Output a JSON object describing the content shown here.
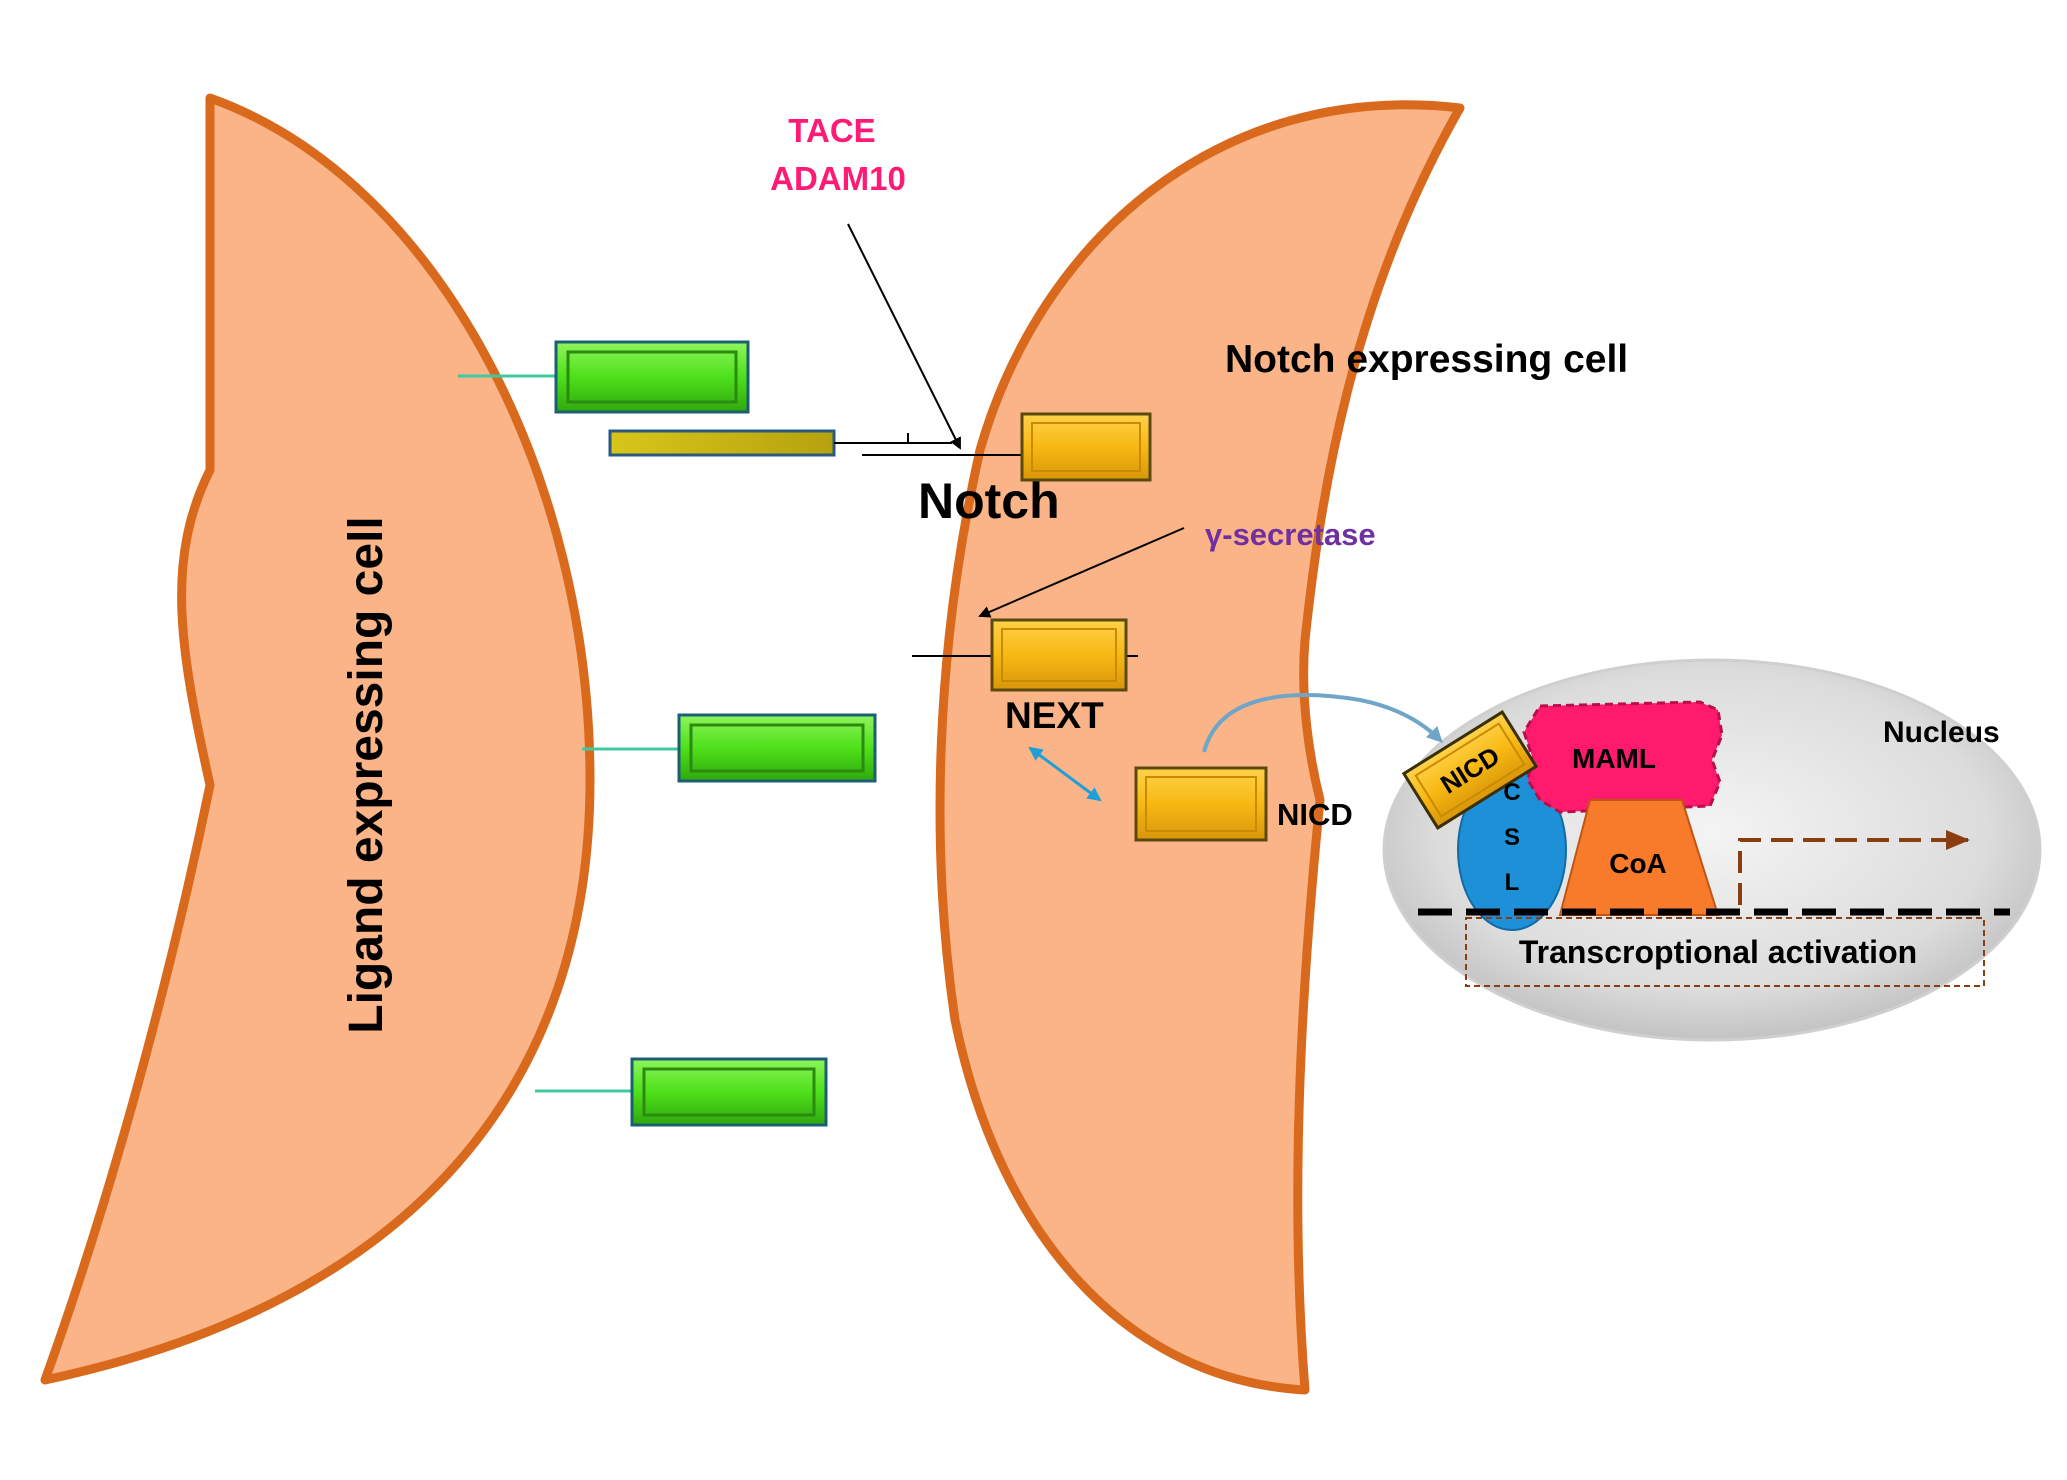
{
  "labels": {
    "tace": "TACE",
    "adam10": "ADAM10",
    "notch_cell": "Notch expressing cell",
    "notch": "Notch",
    "gamma_secretase": "γ-secretase",
    "next": "NEXT",
    "nicd": "NICD",
    "nicd_bound": "NICD",
    "maml": "MAML",
    "csl_c": "C",
    "csl_s": "S",
    "csl_l": "L",
    "coa": "CoA",
    "nucleus": "Nucleus",
    "transcription": "Transcroptional activation",
    "ligand_cell": "Ligand expressing cell"
  },
  "colors": {
    "cell_fill": "#fbb487",
    "cell_stroke": "#d96a1d",
    "ligand_green": "#4ee01a",
    "notch_gold": "#f7b813",
    "enzyme_magenta": "#ff1a75",
    "gamma_purple": "#7030a0",
    "maml_pink": "#ff1a6e",
    "csl_blue": "#1e90d8",
    "coa_orange": "#f77b2a",
    "arrow_brown": "#8b3d12",
    "cyan_arrow": "#1f9fd8"
  }
}
